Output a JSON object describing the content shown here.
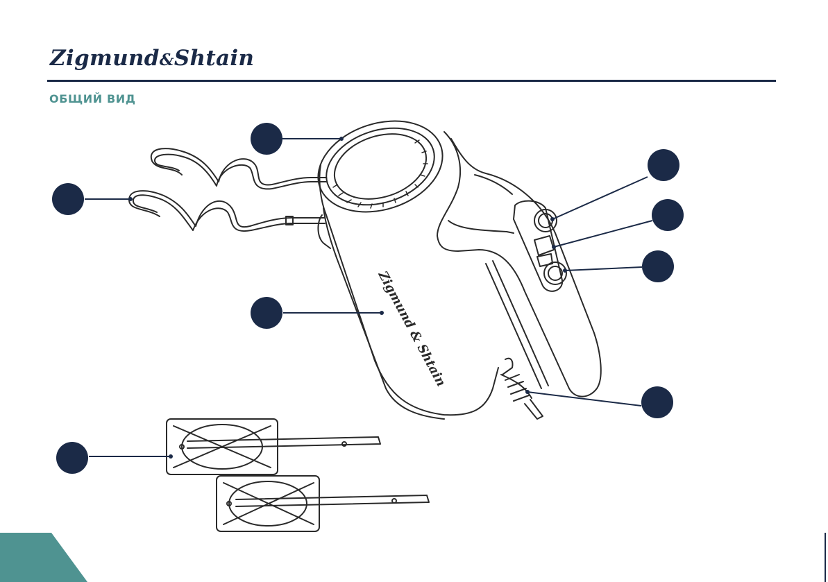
{
  "header": {
    "brand_left": "Zigmund",
    "brand_amp": "&",
    "brand_right": "Shtain",
    "section_title": "ОБЩИЙ ВИД"
  },
  "product": {
    "body_logo": "Zigmund & Shtain"
  },
  "colors": {
    "navy": "#1b2a47",
    "teal": "#4f9391",
    "outline": "#2a2a2a"
  },
  "callouts": [
    {
      "name": "callout-top-vent",
      "label": ""
    },
    {
      "name": "callout-dough-hook",
      "label": ""
    },
    {
      "name": "callout-speed-button",
      "label": ""
    },
    {
      "name": "callout-release-lever",
      "label": ""
    },
    {
      "name": "callout-turbo-button",
      "label": ""
    },
    {
      "name": "callout-body",
      "label": ""
    },
    {
      "name": "callout-power-cord",
      "label": ""
    },
    {
      "name": "callout-whisk-beater",
      "label": ""
    }
  ]
}
